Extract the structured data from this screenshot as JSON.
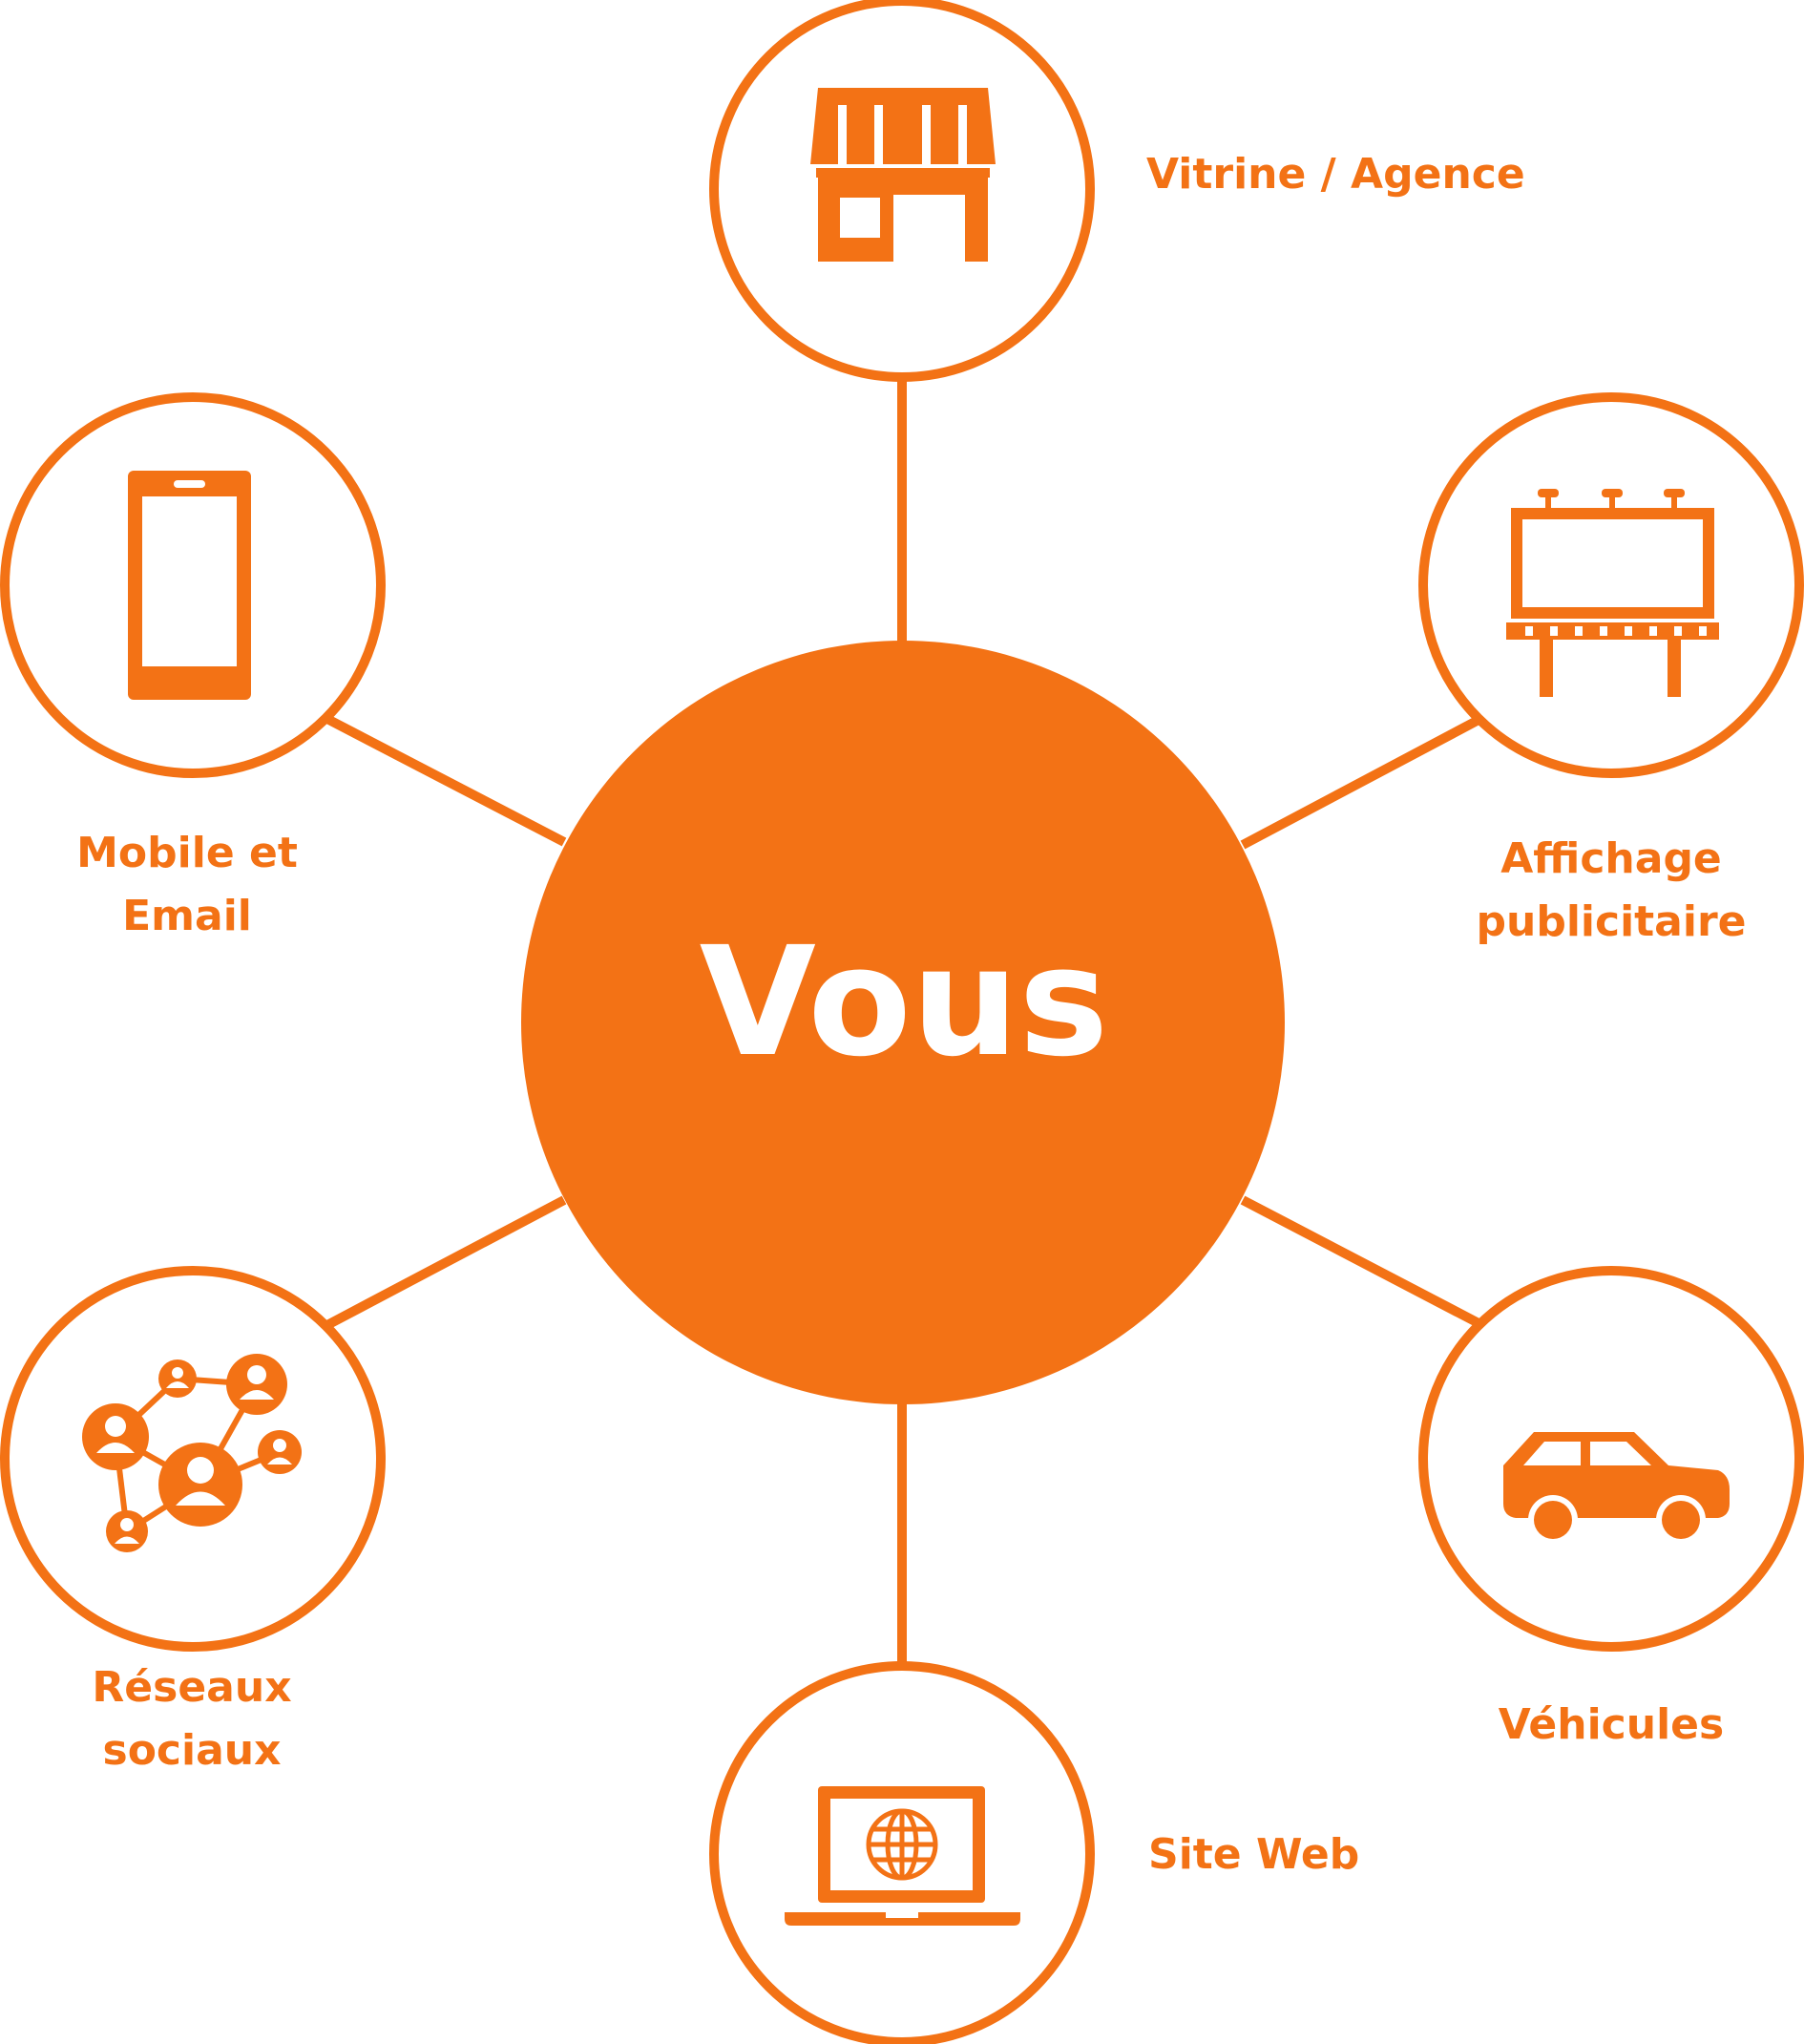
{
  "center": {
    "label": "Vous"
  },
  "colors": {
    "accent": "#F37215",
    "background": "#FFFFFF",
    "center_text": "#FFFFFF"
  },
  "channels": [
    {
      "label": "Vitrine / Agence",
      "icon": "storefront-icon"
    },
    {
      "label_lines": [
        "Affichage",
        "publicitaire"
      ],
      "icon": "billboard-icon"
    },
    {
      "label": "Véhicules",
      "icon": "car-icon"
    },
    {
      "label": "Site Web",
      "icon": "laptop-globe-icon"
    },
    {
      "label_lines": [
        "Réseaux",
        "sociaux"
      ],
      "icon": "social-network-icon"
    },
    {
      "label_lines": [
        "Mobile et",
        "Email"
      ],
      "icon": "smartphone-icon"
    }
  ]
}
